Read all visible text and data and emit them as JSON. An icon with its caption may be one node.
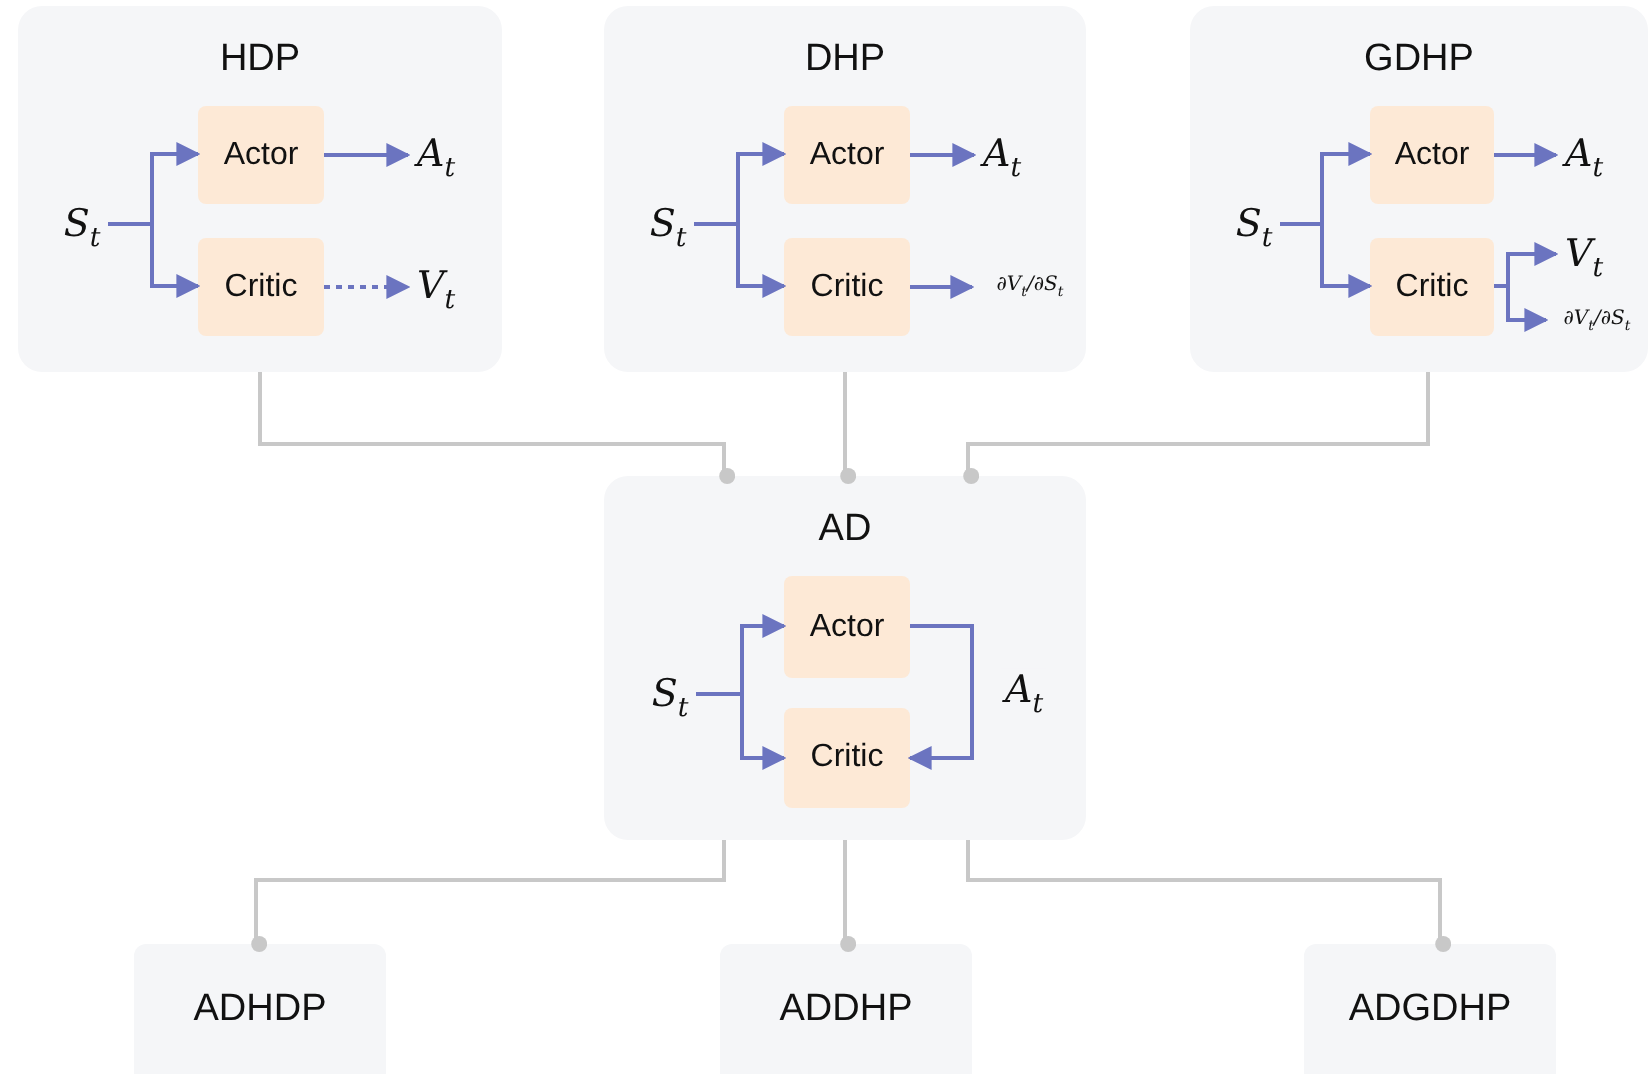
{
  "diagram": {
    "nodes": [
      {
        "text": [
          "HDP"
        ]
      },
      {
        "text": [
          "Actor"
        ],
        "in": 0
      },
      {
        "text": [
          "Critic"
        ],
        "in": 0
      },
      {
        "text": [
          "S$_{t}$"
        ],
        "in": 0
      },
      {
        "text": [
          "A$_{t}$"
        ],
        "in": 0
      },
      {
        "text": [
          "V$_{t}$"
        ],
        "in": 0
      },
      {
        "text": [
          "DHP"
        ]
      },
      {
        "text": [
          "Actor"
        ],
        "in": 6
      },
      {
        "text": [
          "Critic"
        ],
        "in": 6
      },
      {
        "text": [
          "S$_{t}$"
        ],
        "in": 6
      },
      {
        "text": [
          "A$_{t}$"
        ],
        "in": 6
      },
      {
        "text": [
          "∂V$_{t}$/∂S$_{t}$"
        ],
        "in": 6
      },
      {
        "text": [
          "GDHP"
        ]
      },
      {
        "text": [
          "Actor"
        ],
        "in": 12
      },
      {
        "text": [
          "Critic"
        ],
        "in": 12
      },
      {
        "text": [
          "S$_{t}$"
        ],
        "in": 12
      },
      {
        "text": [
          "A$_{t}$"
        ],
        "in": 12
      },
      {
        "text": [
          "V$_{t}$"
        ],
        "in": 12
      },
      {
        "text": [
          "∂V$_{t}$/∂S$_{t}$"
        ],
        "in": 12
      },
      {
        "text": [
          "AD"
        ]
      },
      {
        "text": [
          "Actor"
        ],
        "in": 19
      },
      {
        "text": [
          "Critic"
        ],
        "in": 19
      },
      {
        "text": [
          "S$_{t}$"
        ],
        "in": 19
      },
      {
        "text": [
          "ADHDP"
        ]
      },
      {
        "text": [
          "ADDHP"
        ]
      },
      {
        "text": [
          "ADGDHP"
        ]
      }
    ],
    "edges": [
      {
        "from": 3,
        "to": 1,
        "arrow": "to"
      },
      {
        "from": 3,
        "to": 2,
        "arrow": "to"
      },
      {
        "from": 1,
        "to": 4,
        "arrow": "to"
      },
      {
        "from": 2,
        "to": 5,
        "arrow": "to",
        "style": "dashed"
      },
      {
        "from": 9,
        "to": 7,
        "arrow": "to"
      },
      {
        "from": 9,
        "to": 8,
        "arrow": "to"
      },
      {
        "from": 7,
        "to": 10,
        "arrow": "to"
      },
      {
        "from": 8,
        "to": 11,
        "arrow": "to"
      },
      {
        "from": 15,
        "to": 13,
        "arrow": "to"
      },
      {
        "from": 15,
        "to": 14,
        "arrow": "to"
      },
      {
        "from": 13,
        "to": 16,
        "arrow": "to"
      },
      {
        "from": 14,
        "to": 17,
        "arrow": "to"
      },
      {
        "from": 14,
        "to": 18,
        "arrow": "to"
      },
      {
        "from": 0,
        "to": 19,
        "arrow": "other",
        "color": "#c8c8c8"
      },
      {
        "from": 6,
        "to": 19,
        "arrow": "other",
        "color": "#c8c8c8"
      },
      {
        "from": 12,
        "to": 19,
        "arrow": "other",
        "color": "#c8c8c8"
      },
      {
        "from": 22,
        "to": 20,
        "arrow": "to"
      },
      {
        "from": 22,
        "to": 21,
        "arrow": "to"
      },
      {
        "from": 20,
        "to": 21,
        "arrow": "to",
        "label": "A$_{t}$"
      },
      {
        "from": 19,
        "to": 23,
        "arrow": "other",
        "color": "#c8c8c8"
      },
      {
        "from": 19,
        "to": 24,
        "arrow": "other",
        "color": "#c8c8c8"
      },
      {
        "from": 19,
        "to": 25,
        "arrow": "other",
        "color": "#c8c8c8"
      }
    ]
  }
}
